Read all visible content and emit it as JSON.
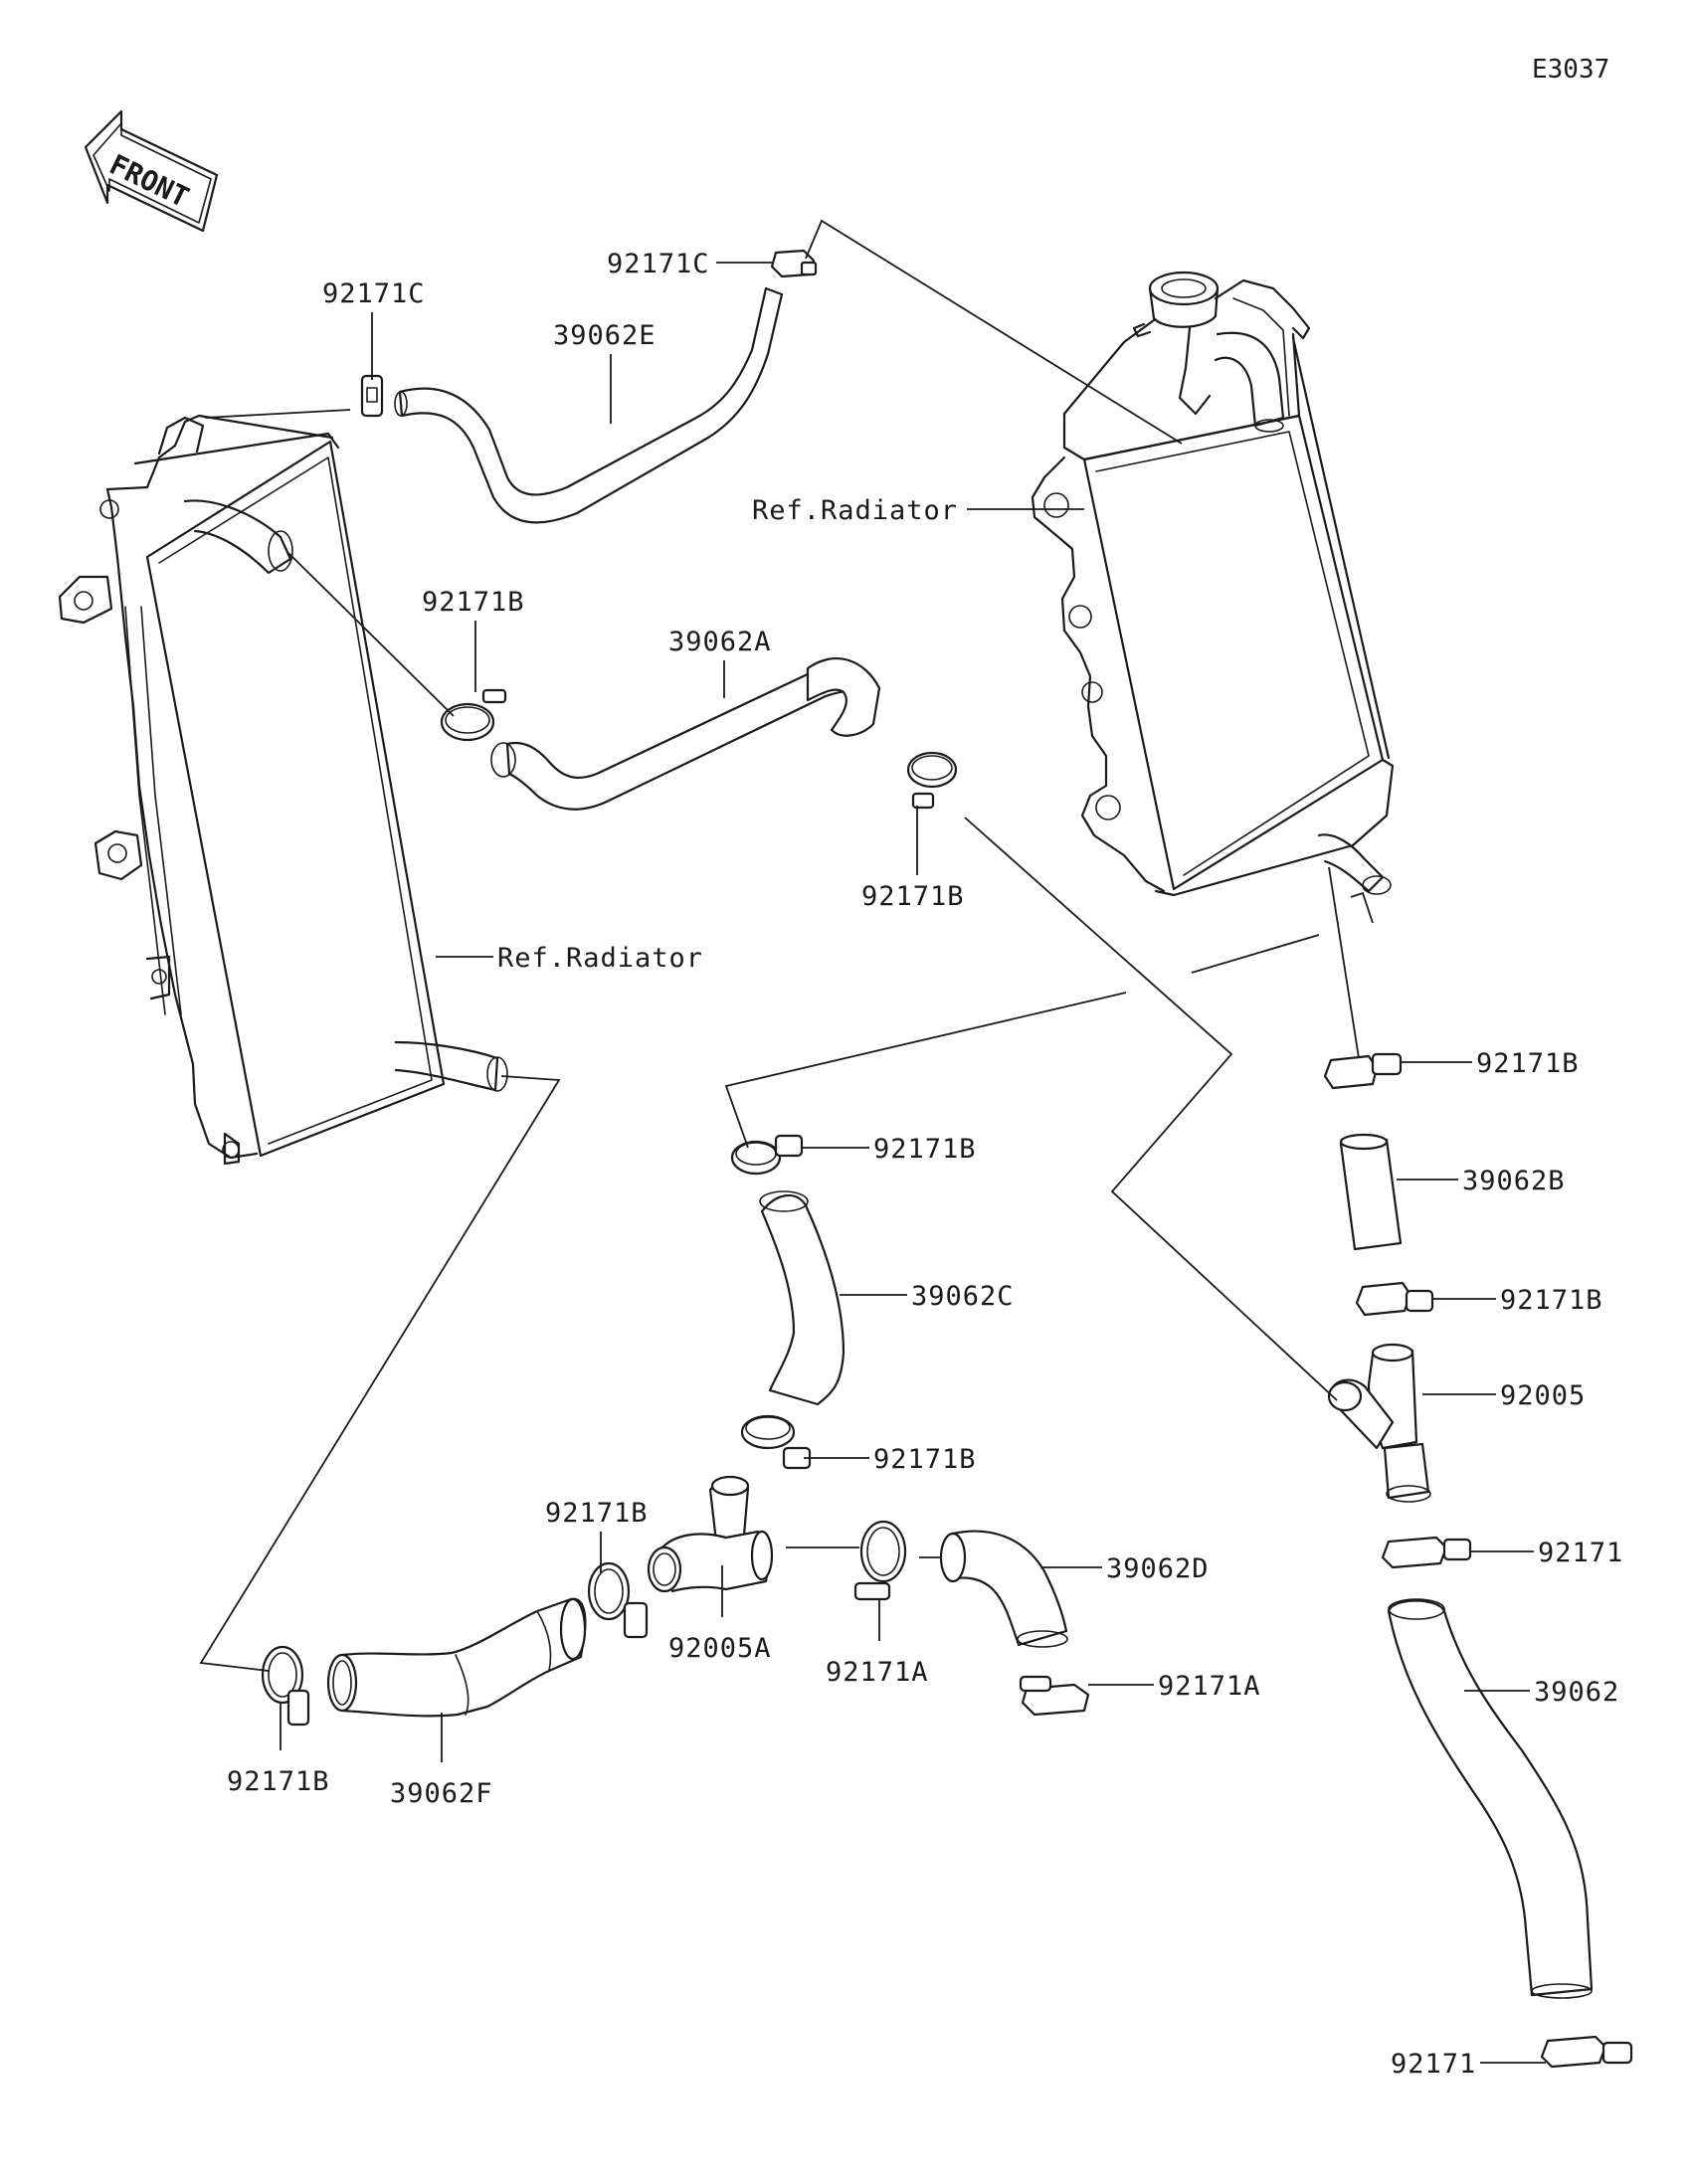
{
  "diagram_code": "E3037",
  "front_arrow_text": "FRONT",
  "labels": {
    "clamp_c_left": "92171C",
    "clamp_c_top": "92171C",
    "hose_e": "39062E",
    "ref_radiator_right": "Ref.Radiator",
    "clamp_b_upper_left": "92171B",
    "hose_a": "39062A",
    "clamp_b_mid": "92171B",
    "ref_radiator_left": "Ref.Radiator",
    "clamp_b_right_upper": "92171B",
    "hose_b": "39062B",
    "clamp_b_right_lower": "92171B",
    "fitting_92005": "92005",
    "clamp_plain_upper": "92171",
    "hose_39062": "39062",
    "clamp_plain_lower": "92171",
    "clamp_b_center_upper": "92171B",
    "hose_c": "39062C",
    "clamp_b_center_lower": "92171B",
    "clamp_b_lower_center": "92171B",
    "fitting_92005a": "92005A",
    "clamp_a_left": "92171A",
    "hose_d": "39062D",
    "clamp_a_right": "92171A",
    "clamp_b_bottom_left": "92171B",
    "hose_f": "39062F"
  }
}
